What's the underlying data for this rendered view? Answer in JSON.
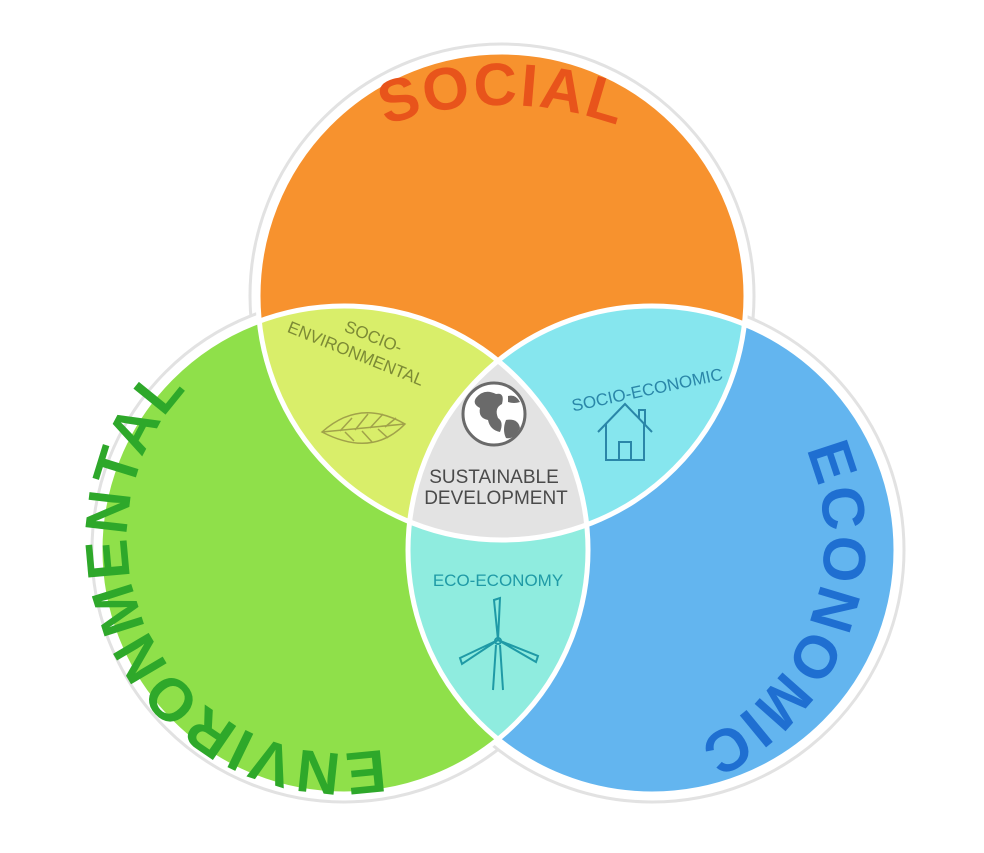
{
  "circles": {
    "social": {
      "label": "SOCIAL",
      "fill": "#f7922e",
      "text_color": "#e8541b"
    },
    "environmental": {
      "label": "ENVIRONMENTAL",
      "fill": "#8fe04a",
      "text_color": "#2ea82a"
    },
    "economic": {
      "label": "ECONOMIC",
      "fill": "#63b5ef",
      "text_color": "#1f6fd1"
    }
  },
  "overlaps": {
    "socio_environmental": {
      "line1": "SOCIO-",
      "line2": "ENVIRONMENTAL",
      "icon": "leaf-icon",
      "fill": "#d9ee6a",
      "text_color": "#7c8a35"
    },
    "socio_economic": {
      "label": "SOCIO-ECONOMIC",
      "icon": "house-icon",
      "fill": "#86e6ee",
      "text_color": "#2a86a8"
    },
    "eco_economy": {
      "label": "ECO-ECONOMY",
      "icon": "wind-turbine-icon",
      "fill": "#8fecdf",
      "text_color": "#1f9aa6"
    }
  },
  "center": {
    "line1": "SUSTAINABLE",
    "line2": "DEVELOPMENT",
    "icon": "globe-icon",
    "fill": "#e3e3e3"
  }
}
